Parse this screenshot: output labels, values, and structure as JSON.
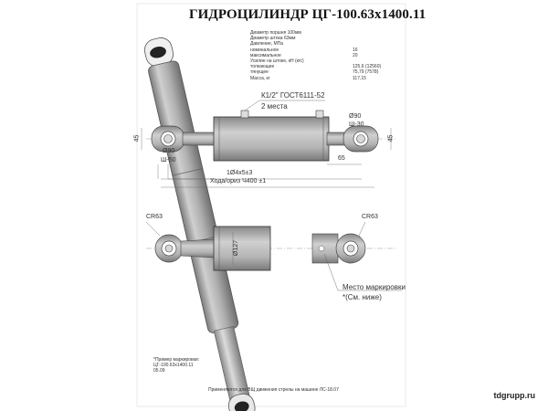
{
  "title": "ГИДРОЦИЛИНДР ЦГ-100.63х1400.11",
  "specs": [
    {
      "label": "Диаметр поршня 100мм",
      "value": ""
    },
    {
      "label": "Диаметр штока 63мм",
      "value": ""
    },
    {
      "label": "Давление, МПа",
      "value": ""
    },
    {
      "label": "номинальное",
      "value": "16"
    },
    {
      "label": "максимальное",
      "value": "20"
    },
    {
      "label": "Усилие на штоке, кН (кгс)",
      "value": ""
    },
    {
      "label": "толкающее",
      "value": "125,6 (12560)"
    },
    {
      "label": "тянущее",
      "value": "75,79 (7578)"
    },
    {
      "label": "Масса, кг",
      "value": "117,15"
    }
  ],
  "port_note": {
    "line1": "К1/2\" ГОСТ6111-52",
    "line2": "2 места"
  },
  "dims": {
    "d90_right": "Ø90",
    "d30_right": "Ш-30",
    "d45_left": "45",
    "d45_right": "45",
    "d90_left": "Ø90",
    "d50_left": "Ш-50",
    "d65": "65",
    "stroke": "1Ø4x5±3",
    "overall": "Хода/ориз Ч400 ±1",
    "sr63_left": "СR63",
    "sr63_right": "СR63",
    "d127": "Ø127"
  },
  "marking_note": {
    "line1": "Место маркировки",
    "line2": "*(См. ниже)"
  },
  "example": {
    "line1": "*Пример маркировки:",
    "line2": "ЦГ-100.63х1400.11",
    "line3": "05.09"
  },
  "footnote": "Применяются для ВЩ движения стрелы на машине ЛС-18.07",
  "site": "tdgrupp.ru",
  "colors": {
    "body": "#b6b6b6",
    "body_dark": "#8c8c8c",
    "outline": "#333333",
    "rod": "#c4c4c4"
  }
}
